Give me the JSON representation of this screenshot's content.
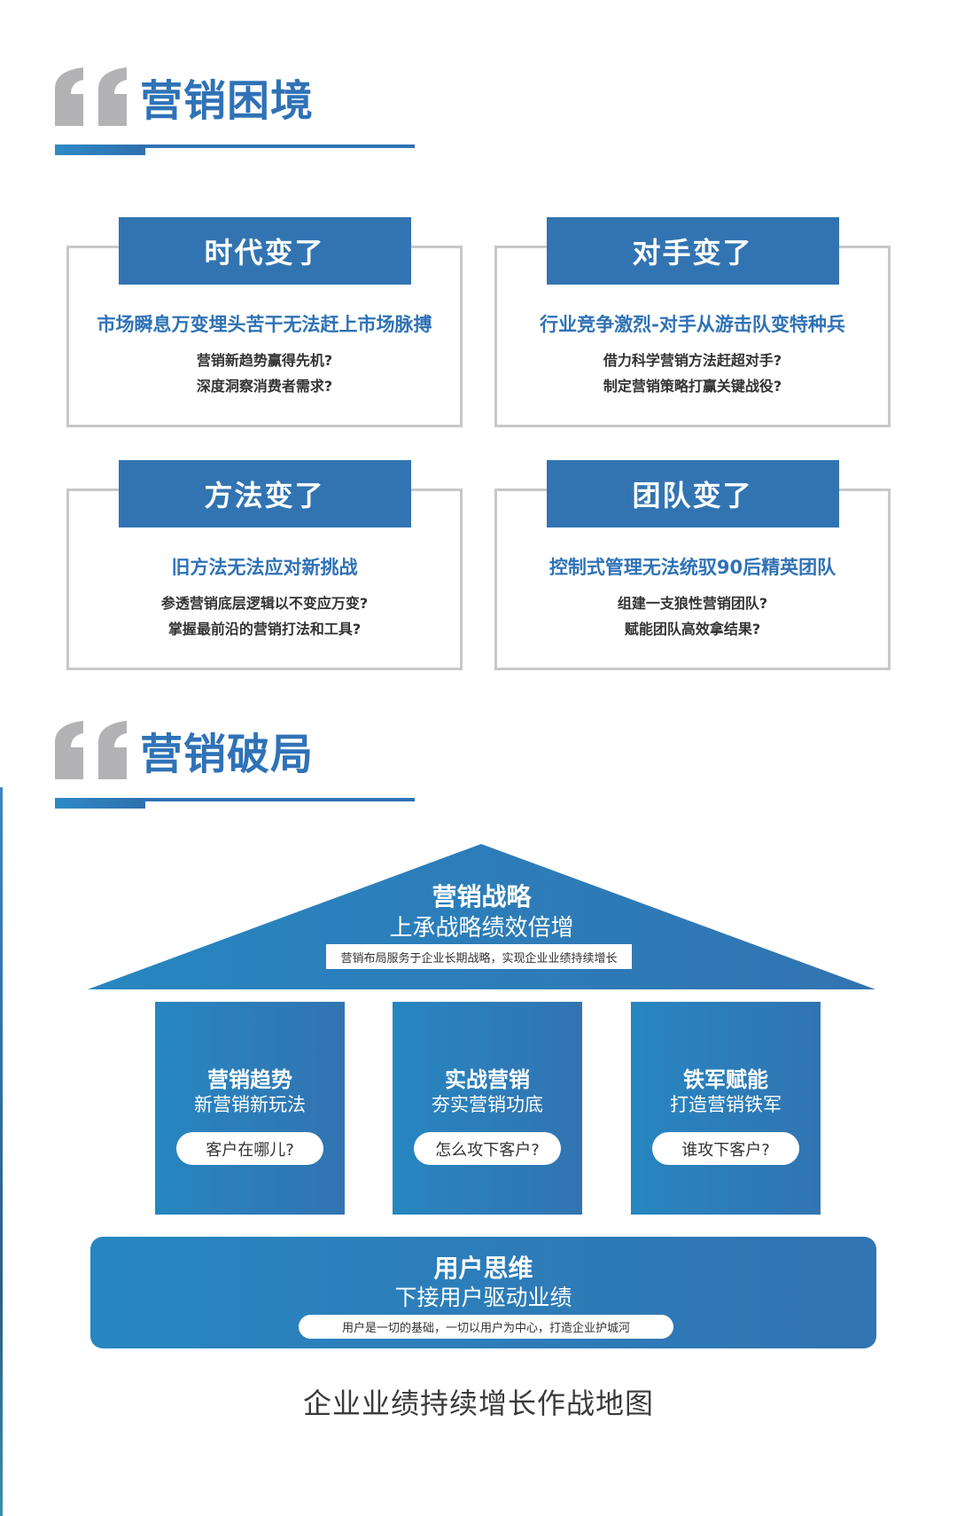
{
  "colors": {
    "brand_blue": "#3274b2",
    "gradient_start": "#2786c0",
    "quote_gray": "#b3b3b5",
    "card_border": "#c8c8c8",
    "body_text": "#333333"
  },
  "section1": {
    "title": "营销困境",
    "icon": "quote-icon",
    "cards": [
      {
        "tag": "时代变了",
        "headline": "市场瞬息万变埋头苦干无法赶上市场脉搏",
        "questions": [
          "营销新趋势赢得先机?",
          "深度洞察消费者需求?"
        ]
      },
      {
        "tag": "对手变了",
        "headline": "行业竞争激烈-对手从游击队变特种兵",
        "questions": [
          "借力科学营销方法赶超对手?",
          "制定营销策略打赢关键战役?"
        ]
      },
      {
        "tag": "方法变了",
        "headline": "旧方法无法应对新挑战",
        "questions": [
          "参透营销底层逻辑以不变应万变?",
          "掌握最前沿的营销打法和工具?"
        ]
      },
      {
        "tag": "团队变了",
        "headline": "控制式管理无法统驭90后精英团队",
        "questions": [
          "组建一支狼性营销团队?",
          "赋能团队高效拿结果?"
        ]
      }
    ]
  },
  "section2": {
    "title": "营销破局",
    "icon": "quote-icon",
    "roof": {
      "title": "营销战略",
      "subtitle": "上承战略绩效倍增",
      "note": "营销布局服务于企业长期战略，实现企业业绩持续增长"
    },
    "pillars": [
      {
        "title": "营销趋势",
        "subtitle": "新营销新玩法",
        "question": "客户在哪儿?"
      },
      {
        "title": "实战营销",
        "subtitle": "夯实营销功底",
        "question": "怎么攻下客户?"
      },
      {
        "title": "铁军赋能",
        "subtitle": "打造营销铁军",
        "question": "谁攻下客户?"
      }
    ],
    "base": {
      "title": "用户思维",
      "subtitle": "下接用户驱动业绩",
      "note": "用户是一切的基础，一切以用户为中心，打造企业护城河"
    },
    "caption": "企业业绩持续增长作战地图"
  }
}
